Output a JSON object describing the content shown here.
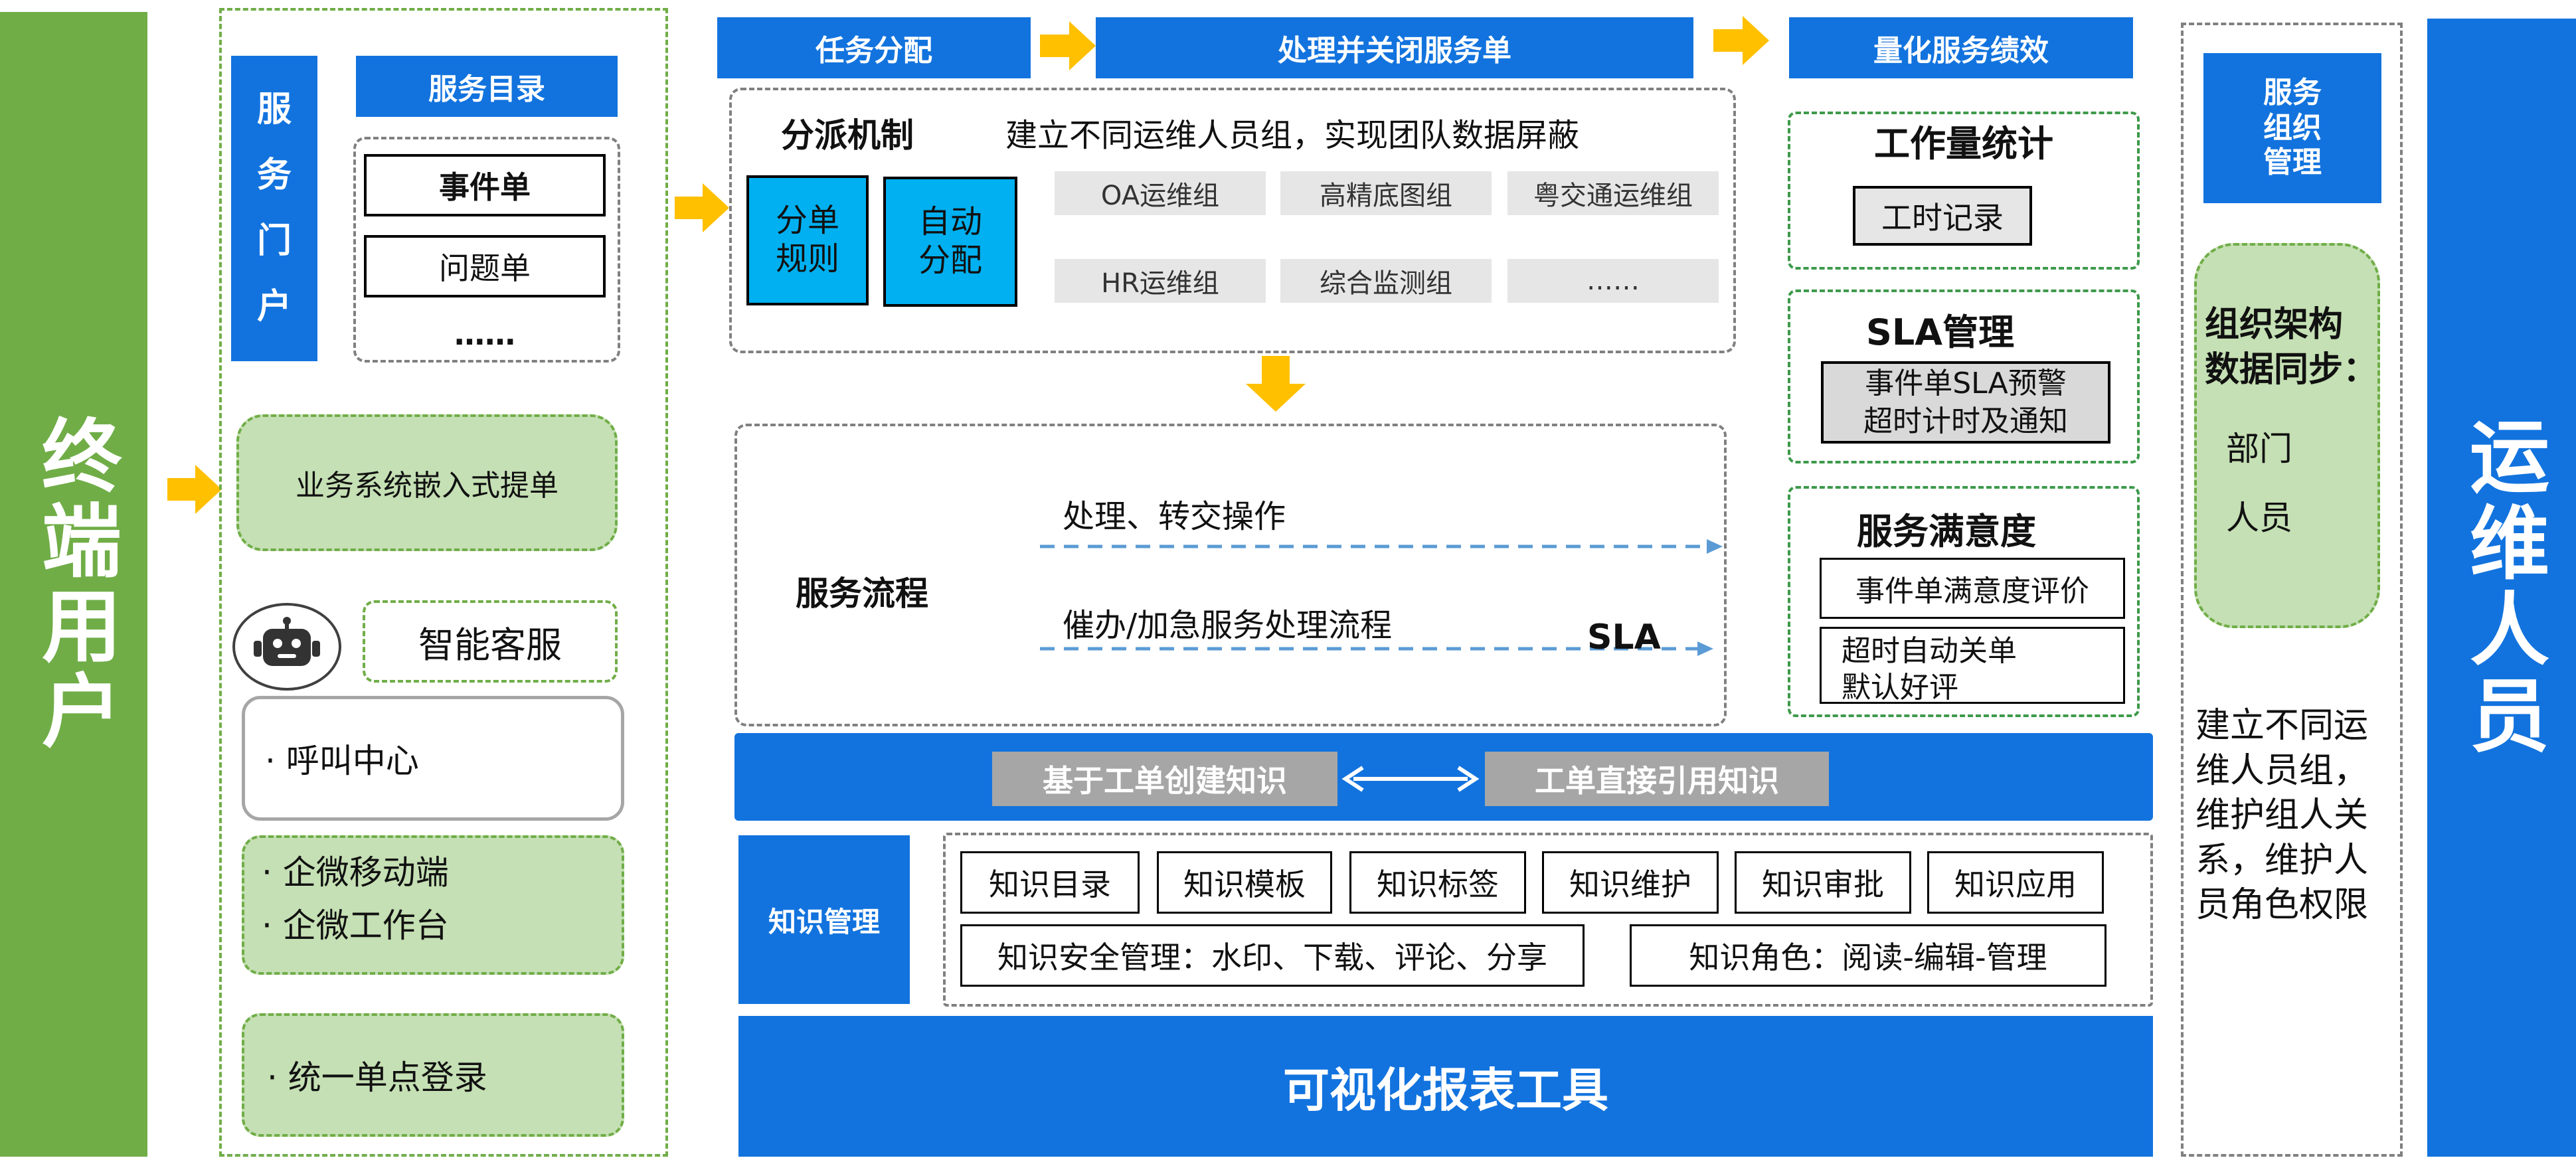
{
  "left_column": {
    "title": "终端用户"
  },
  "right_column": {
    "title": "运维人员"
  },
  "service_portal": {
    "vertical_label": [
      "服",
      "务",
      "门",
      "户"
    ],
    "catalog_header": "服务目录",
    "catalog_items": [
      "事件单",
      "问题单",
      "……"
    ]
  },
  "embedded_ticket": "业务系统嵌入式提单",
  "smart_service": "智能客服",
  "call_center": "·  呼叫中心",
  "wecom": [
    "·  企微移动端",
    "·  企微工作台"
  ],
  "sso": "·  统一单点登录",
  "steps": {
    "assign": "任务分配",
    "process": "处理并关闭服务单",
    "quantify": "量化服务绩效"
  },
  "dispatch": {
    "title": "分派机制",
    "desc": "建立不同运维人员组，实现团队数据屏蔽",
    "rules": [
      "分单\n规则",
      "自动\n分配"
    ],
    "groups": [
      "OA运维组",
      "高精底图组",
      "粤交通运维组",
      "HR运维组",
      "综合监测组",
      "……"
    ]
  },
  "service_flow": {
    "title": "服务流程",
    "line1": "处理、转交操作",
    "line2": "催办/加急服务处理流程",
    "sla": "SLA"
  },
  "knowledge_bar": {
    "left": "基于工单创建知识",
    "right": "工单直接引用知识"
  },
  "knowledge_mgmt": {
    "label": "知识管理",
    "items": [
      "知识目录",
      "知识模板",
      "知识标签",
      "知识维护",
      "知识审批",
      "知识应用"
    ],
    "security": "知识安全管理：水印、下载、评论、分享",
    "roles": "知识角色：阅读-编辑-管理"
  },
  "report_tool": "可视化报表工具",
  "workload": {
    "title": "工作量统计",
    "item": "工时记录"
  },
  "sla_mgmt": {
    "title": "SLA管理",
    "item": "事件单SLA预警\n超时计时及通知"
  },
  "satisfaction": {
    "title": "服务满意度",
    "item1": "事件单满意度评价",
    "item2": "超时自动关单\n默认好评"
  },
  "org": {
    "header": "服务\n组织\n管理",
    "sync_title": "组织架构\n数据同步：",
    "sync_items": [
      "部门",
      "人员"
    ],
    "note": "建立不同运维人员组，维护组人关系，维护人员角色权限"
  },
  "colors": {
    "blue": "#1273de",
    "green": "#70ad47",
    "light_green": "#c5e0b4",
    "cyan": "#00b0f0",
    "arrow": "#ffc000"
  }
}
